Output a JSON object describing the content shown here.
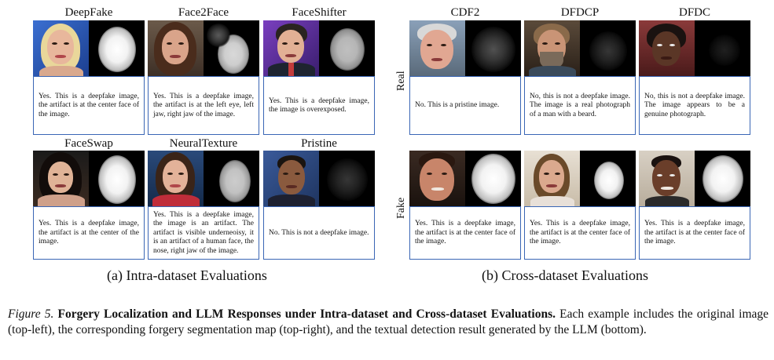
{
  "intra": {
    "caption": "(a) Intra-dataset Evaluations",
    "cards": [
      {
        "title": "DeepFake",
        "text": "Yes.  This  is  a  deepfake image, the artifact is at the center face of the image."
      },
      {
        "title": "Face2Face",
        "text": "Yes. This is a deepfake image, the artifact is at the left eye, left  jaw,  right  jaw  of  the image."
      },
      {
        "title": "FaceShifter",
        "text": "Yes. This is a deepfake image, the image is overexposed."
      },
      {
        "title": "FaceSwap",
        "text": "Yes. This is a deepfake image, the artifact is at the center of the image."
      },
      {
        "title": "NeuralTexture",
        "text": "Yes. This is a deepfake image, the image is an artifact. The artifact is visible underneoisy, it is an artifact of a human face, the nose, right jaw of the image."
      },
      {
        "title": "Pristine",
        "text": "No.  This  is  not  a  deepfake image."
      }
    ]
  },
  "cross": {
    "caption": "(b) Cross-dataset Evaluations",
    "row_labels": [
      "Real",
      "Fake"
    ],
    "columns": [
      "CDF2",
      "DFDCP",
      "DFDC"
    ],
    "real_texts": [
      "No. This is a pristine image.",
      "No,  this  is  not  a  deepfake image.  The  image  is  a  real photograph  of  a  man  with  a beard.",
      "No,  this  is  not  a  deepfake image. The image appears to be a genuine photograph."
    ],
    "fake_texts": [
      "Yes. This is a deepfake image, the  artifact  is  at  the  center face of the image.",
      "Yes. This is a deepfake image, the  artifact  is  at  the  center face of the image.",
      "Yes. This is a deepfake image, the  artifact  is  at  the  center face of the image."
    ]
  },
  "figure_caption": {
    "label": "Figure 5.",
    "bold": "Forgery Localization and LLM Responses under Intra-dataset and Cross-dataset Evaluations.",
    "rest": "Each example includes the original image (top-left), the corresponding forgery segmentation map (top-right), and the textual detection result generated by the LLM (bottom)."
  }
}
